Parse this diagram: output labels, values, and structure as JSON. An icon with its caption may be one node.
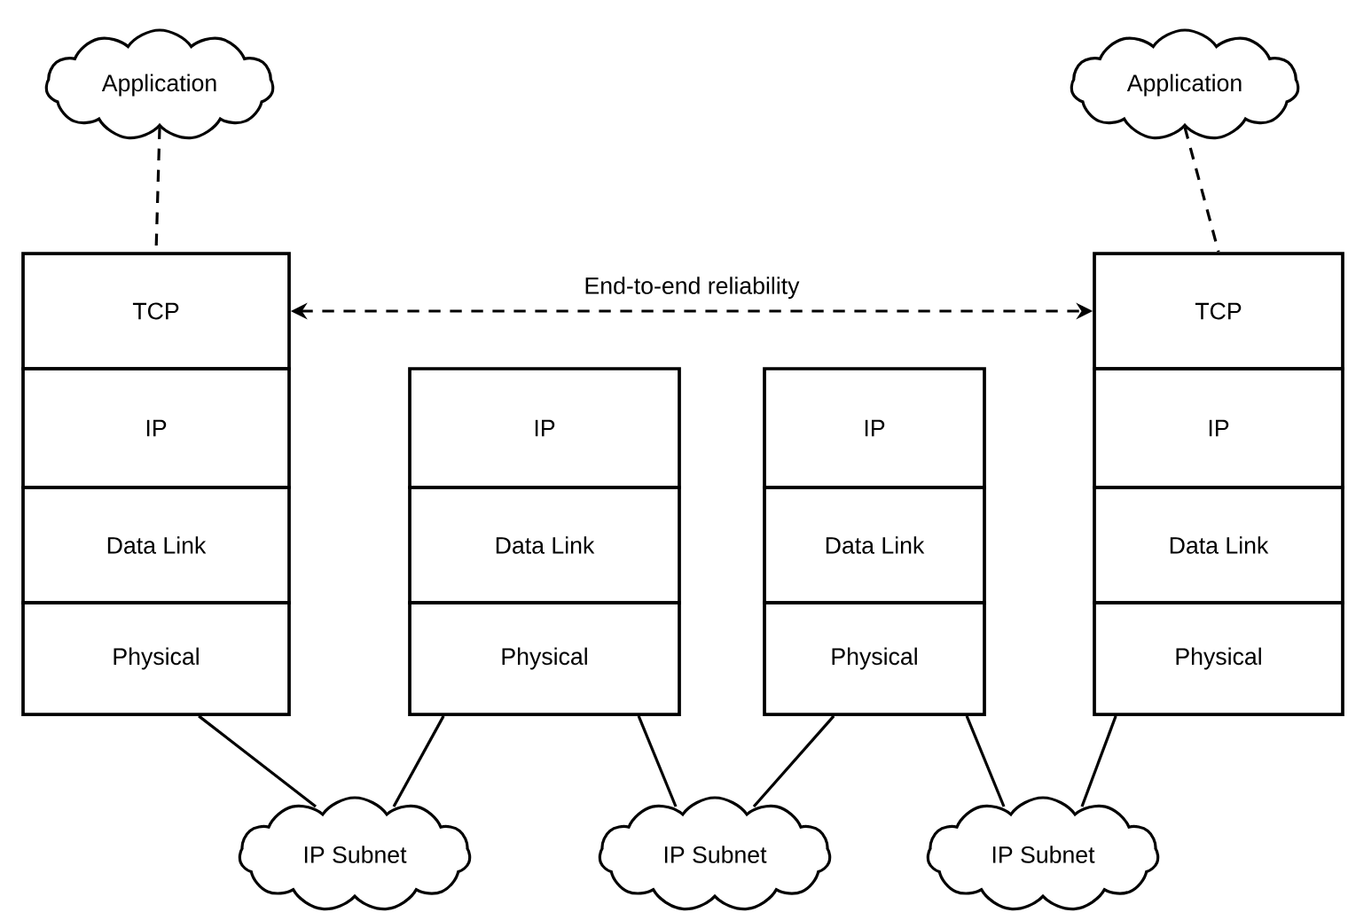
{
  "diagram": {
    "nodes": [
      {
        "text": [
          "Application"
        ]
      },
      {
        "text": [
          "Application"
        ]
      },
      {
        "text": [
          "TCP"
        ]
      },
      {
        "text": [
          "IP"
        ]
      },
      {
        "text": [
          "Data Link"
        ]
      },
      {
        "text": [
          "Physical"
        ]
      },
      {
        "text": [
          "IP"
        ]
      },
      {
        "text": [
          "Data Link"
        ]
      },
      {
        "text": [
          "Physical"
        ]
      },
      {
        "text": [
          "IP"
        ]
      },
      {
        "text": [
          "Data Link"
        ]
      },
      {
        "text": [
          "Physical"
        ]
      },
      {
        "text": [
          "TCP"
        ]
      },
      {
        "text": [
          "IP"
        ]
      },
      {
        "text": [
          "Data Link"
        ]
      },
      {
        "text": [
          "Physical"
        ]
      },
      {
        "text": [
          "IP Subnet"
        ]
      },
      {
        "text": [
          "IP Subnet"
        ]
      },
      {
        "text": [
          "IP Subnet"
        ]
      }
    ],
    "edges": [
      {
        "from": 0,
        "to": 2,
        "arrow": "none",
        "style": "dashed"
      },
      {
        "from": 1,
        "to": 12,
        "arrow": "none",
        "style": "dashed"
      },
      {
        "from": 2,
        "to": 12,
        "arrow": "both",
        "style": "dashed",
        "label": "End-to-end reliability"
      },
      {
        "from": 5,
        "to": 16,
        "arrow": "none"
      },
      {
        "from": 8,
        "to": 16,
        "arrow": "none"
      },
      {
        "from": 8,
        "to": 17,
        "arrow": "none"
      },
      {
        "from": 11,
        "to": 17,
        "arrow": "none"
      },
      {
        "from": 11,
        "to": 18,
        "arrow": "none"
      },
      {
        "from": 15,
        "to": 18,
        "arrow": "none"
      }
    ]
  }
}
